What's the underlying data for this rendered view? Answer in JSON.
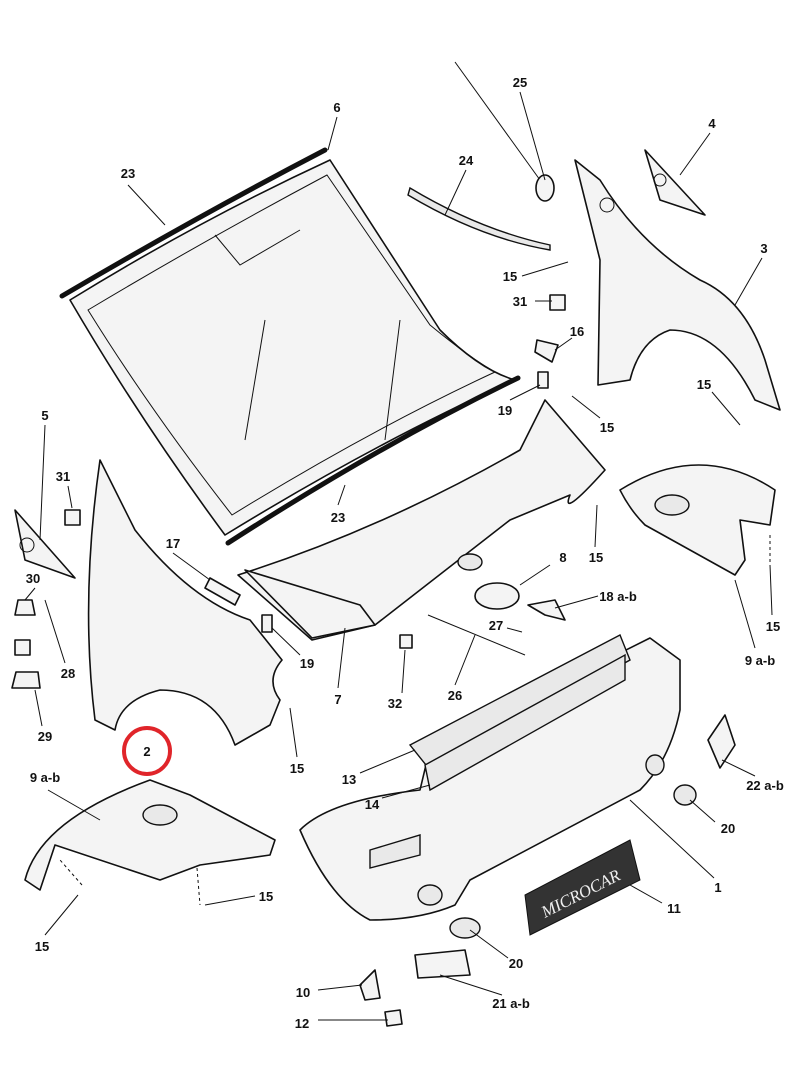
{
  "diagram": {
    "type": "exploded parts diagram",
    "highlight_color": "#e0252a",
    "highlighted_part": "2",
    "plate_text": "MICROCAR",
    "badge_text": "MICROCAR",
    "labels": [
      "25",
      "6",
      "4",
      "23",
      "24",
      "3",
      "15",
      "31",
      "16",
      "5",
      "19",
      "15",
      "15",
      "31",
      "23",
      "17",
      "8",
      "15",
      "30",
      "18 a-b",
      "27",
      "15",
      "28",
      "19",
      "9 a-b",
      "26",
      "7",
      "32",
      "29",
      "2",
      "15",
      "13",
      "14",
      "22 a-b",
      "9 a-b",
      "20",
      "1",
      "15",
      "11",
      "15",
      "20",
      "10",
      "21 a-b",
      "12"
    ]
  }
}
